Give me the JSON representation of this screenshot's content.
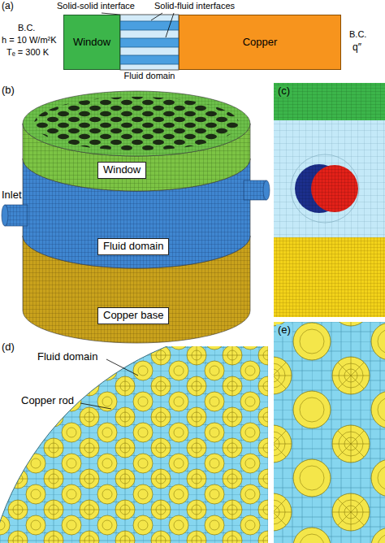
{
  "diagram": {
    "nodes": [
      {
        "text": [
          "Window"
        ]
      },
      {
        "text": [
          "Fluid domain"
        ]
      },
      {
        "text": [
          "Copper"
        ]
      },
      {
        "text": [
          "Window"
        ]
      },
      {
        "text": [
          "Fluid domain"
        ]
      },
      {
        "text": [
          "Copper base"
        ]
      }
    ],
    "labels": [
      "(a)",
      "Solid-solid interface",
      "Solid-fluid interfaces",
      "B.C.",
      "h = 10 W/m²K",
      "Tₑ = 300 K",
      "B.C.",
      "q″",
      "(b)",
      "Inlet",
      "(c)",
      "(d)",
      "Fluid domain",
      "Copper rod",
      "(e)"
    ]
  }
}
